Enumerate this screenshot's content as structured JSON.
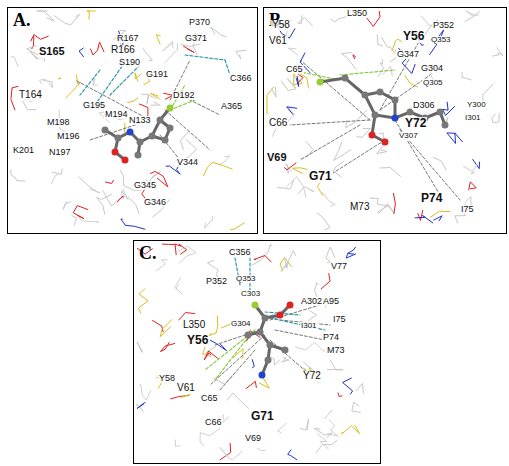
{
  "diagram": {
    "nodes": [
      {
        "text": [
          "A."
        ]
      },
      {
        "text": [
          "B."
        ]
      },
      {
        "text": [
          "C."
        ]
      }
    ],
    "labels": [
      "P370",
      "R167",
      "R166",
      "G371",
      "S165",
      "S190",
      "G191",
      "C366",
      "D192",
      "A365",
      "T164",
      "G195",
      "M198",
      "M196",
      "M194",
      "N133",
      "K201",
      "N197",
      "V344",
      "G345",
      "G346",
      "Y58",
      "L350",
      "P352",
      "V61",
      "Y56",
      "Q353",
      "G347",
      "C65",
      "G304",
      "Q305",
      "C66",
      "D306",
      "Y300",
      "V69",
      "I301",
      "Y72",
      "V307",
      "G71",
      "M73",
      "P74",
      "I75",
      "C356",
      "V77",
      "P352",
      "Q353",
      "C303",
      "A302",
      "A95",
      "I75",
      "L350",
      "G304",
      "I301",
      "P74",
      "Y56",
      "M73",
      "Y58",
      "V61",
      "Y72",
      "C65",
      "G71",
      "C66",
      "V69"
    ]
  }
}
